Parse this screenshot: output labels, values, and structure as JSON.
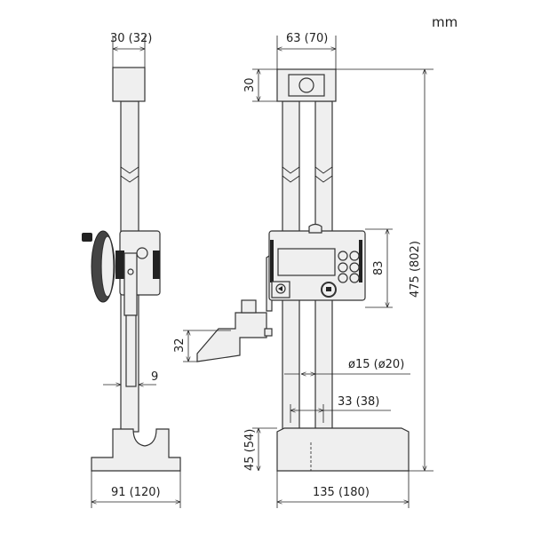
{
  "unit": "mm",
  "side_view": {
    "head_width": "30 (32)",
    "blade_thickness": "9",
    "base_width": "91 (120)"
  },
  "front_view": {
    "head_width": "63 (70)",
    "head_height": "30",
    "total_height": "475 (802)",
    "display_height": "83",
    "scriber_height": "32",
    "column_diameter": "ø15 (ø20)",
    "column_spacing": "33 (38)",
    "base_height": "45 (54)",
    "base_width": "135 (180)"
  }
}
